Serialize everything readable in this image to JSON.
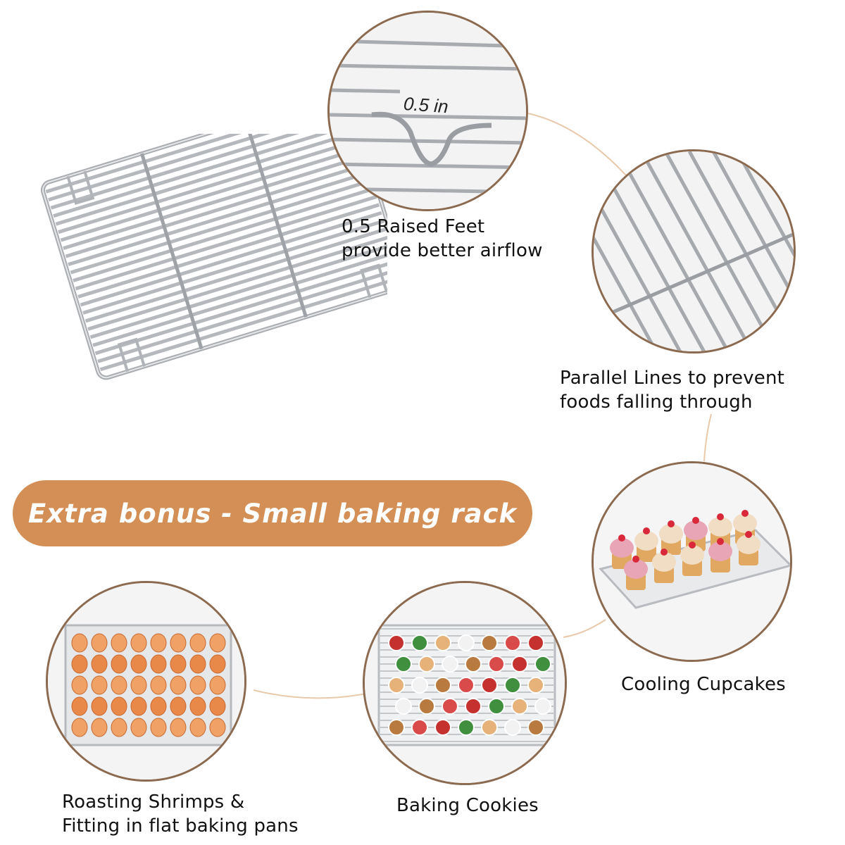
{
  "captions": {
    "raised_feet_line1": "0.5 Raised Feet",
    "raised_feet_line2": "provide better airflow",
    "parallel_line1": "Parallel Lines to prevent",
    "parallel_line2": "foods falling through",
    "cooling_cupcakes": "Cooling Cupcakes",
    "shrimps_line1": "Roasting Shrimps &",
    "shrimps_line2": "Fitting in flat baking pans",
    "baking_cookies": "Baking Cookies"
  },
  "detail_label": "0.5 in",
  "banner": "Extra bonus - Small baking rack",
  "colors": {
    "banner": "#d38f55",
    "circle_border": "#8b6a4f",
    "connector": "#e9c9ab",
    "wire": "#b9bcc0"
  }
}
